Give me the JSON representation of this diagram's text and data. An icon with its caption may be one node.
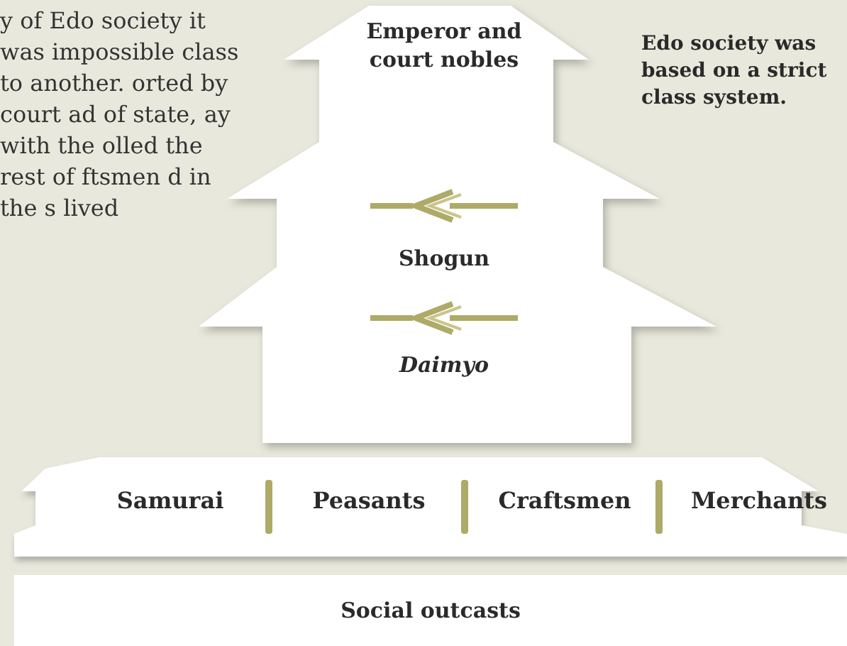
{
  "diagram": {
    "nodes": [
      {
        "text": [
          "Emperor and court nobles",
          "Shogun",
          "Daimyo"
        ]
      },
      {
        "text": [
          "Samurai",
          "Peasants",
          "Craftsmen",
          "Merchants"
        ]
      },
      {
        "text": [
          "Social outcasts"
        ]
      }
    ],
    "edges": [],
    "labels": [
      "y of Edo society it was impossible class to another. orted by court ad of state, ay with the olled the rest of ftsmen d in the s lived",
      "Edo society was based on a strict class system."
    ]
  }
}
